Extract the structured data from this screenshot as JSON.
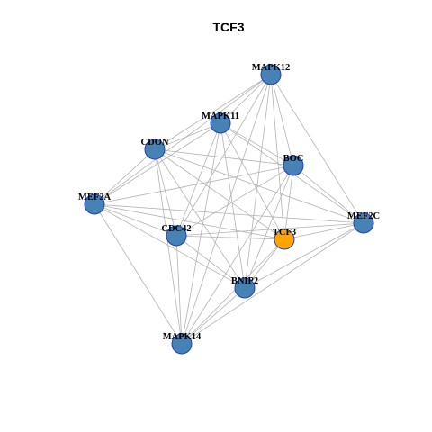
{
  "title": "TCF3",
  "colors": {
    "default_node": "#4682b4",
    "highlight_node": "#ffa500",
    "edge": "#b3b3b3",
    "node_border": "#1f3fbf"
  },
  "nodes": [
    {
      "id": "MAPK12",
      "label": "MAPK12",
      "highlight": false
    },
    {
      "id": "MAPK11",
      "label": "MAPK11",
      "highlight": false
    },
    {
      "id": "CDON",
      "label": "CDON",
      "highlight": false
    },
    {
      "id": "BOC",
      "label": "BOC",
      "highlight": false
    },
    {
      "id": "MEF2A",
      "label": "MEF2A",
      "highlight": false
    },
    {
      "id": "MEF2C",
      "label": "MEF2C",
      "highlight": false
    },
    {
      "id": "CDC42",
      "label": "CDC42",
      "highlight": false
    },
    {
      "id": "TCF3",
      "label": "TCF3",
      "highlight": true
    },
    {
      "id": "BNIP2",
      "label": "BNIP2",
      "highlight": false
    },
    {
      "id": "MAPK14",
      "label": "MAPK14",
      "highlight": false
    }
  ],
  "edges": [
    [
      "MAPK12",
      "MAPK11"
    ],
    [
      "MAPK12",
      "CDON"
    ],
    [
      "MAPK12",
      "MEF2A"
    ],
    [
      "MAPK12",
      "BOC"
    ],
    [
      "MAPK12",
      "MEF2C"
    ],
    [
      "MAPK12",
      "TCF3"
    ],
    [
      "MAPK12",
      "BNIP2"
    ],
    [
      "MAPK12",
      "CDC42"
    ],
    [
      "MAPK12",
      "MAPK14"
    ],
    [
      "MAPK11",
      "CDON"
    ],
    [
      "MAPK11",
      "MEF2A"
    ],
    [
      "MAPK11",
      "BOC"
    ],
    [
      "MAPK11",
      "MEF2C"
    ],
    [
      "MAPK11",
      "TCF3"
    ],
    [
      "MAPK11",
      "BNIP2"
    ],
    [
      "MAPK11",
      "CDC42"
    ],
    [
      "MAPK11",
      "MAPK14"
    ],
    [
      "CDON",
      "MEF2A"
    ],
    [
      "CDON",
      "BOC"
    ],
    [
      "CDON",
      "MEF2C"
    ],
    [
      "CDON",
      "CDC42"
    ],
    [
      "CDON",
      "TCF3"
    ],
    [
      "CDON",
      "BNIP2"
    ],
    [
      "CDON",
      "MAPK14"
    ],
    [
      "BOC",
      "MEF2A"
    ],
    [
      "BOC",
      "MEF2C"
    ],
    [
      "BOC",
      "CDC42"
    ],
    [
      "BOC",
      "TCF3"
    ],
    [
      "BOC",
      "BNIP2"
    ],
    [
      "BOC",
      "MAPK14"
    ],
    [
      "MEF2A",
      "CDC42"
    ],
    [
      "MEF2A",
      "TCF3"
    ],
    [
      "MEF2A",
      "MEF2C"
    ],
    [
      "MEF2A",
      "BNIP2"
    ],
    [
      "MEF2A",
      "MAPK14"
    ],
    [
      "MEF2C",
      "CDC42"
    ],
    [
      "MEF2C",
      "TCF3"
    ],
    [
      "MEF2C",
      "BNIP2"
    ],
    [
      "MEF2C",
      "MAPK14"
    ],
    [
      "CDC42",
      "TCF3"
    ],
    [
      "CDC42",
      "BNIP2"
    ],
    [
      "CDC42",
      "MAPK14"
    ],
    [
      "TCF3",
      "BNIP2"
    ],
    [
      "TCF3",
      "MAPK14"
    ],
    [
      "BNIP2",
      "MAPK14"
    ]
  ]
}
